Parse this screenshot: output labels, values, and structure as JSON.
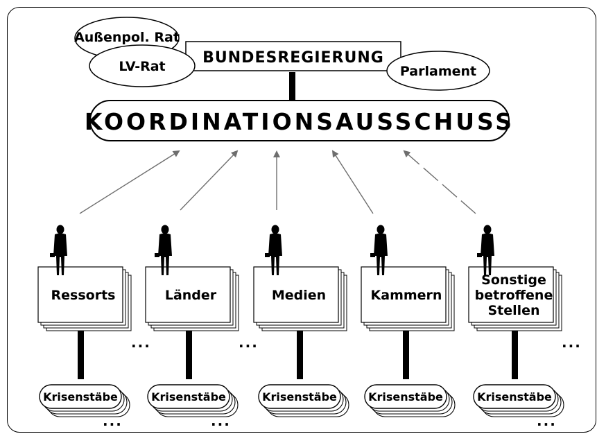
{
  "top": {
    "bundesregierung": "BUNDESREGIERUNG",
    "aussenpol": "Außenpol. Rat",
    "lvrat": "LV-Rat",
    "parlament": "Parlament",
    "koordination": "KOORDINATIONSAUSSCHUSS"
  },
  "units": [
    {
      "label_lines": [
        "Ressorts"
      ],
      "krise": "Krisenstäbe",
      "more_boxes": "...",
      "more_krise": "..."
    },
    {
      "label_lines": [
        "Länder"
      ],
      "krise": "Krisenstäbe",
      "more_boxes": "...",
      "more_krise": "..."
    },
    {
      "label_lines": [
        "Medien"
      ],
      "krise": "Krisenstäbe",
      "more_boxes": "",
      "more_krise": ""
    },
    {
      "label_lines": [
        "Kammern"
      ],
      "krise": "Krisenstäbe",
      "more_boxes": "",
      "more_krise": ""
    },
    {
      "label_lines": [
        "Sonstige",
        "betroffene",
        "Stellen"
      ],
      "krise": "Krisenstäbe",
      "more_boxes": "...",
      "more_krise": "..."
    }
  ],
  "colors": {
    "arrow": "#6e6e6e",
    "ink": "#000000"
  }
}
